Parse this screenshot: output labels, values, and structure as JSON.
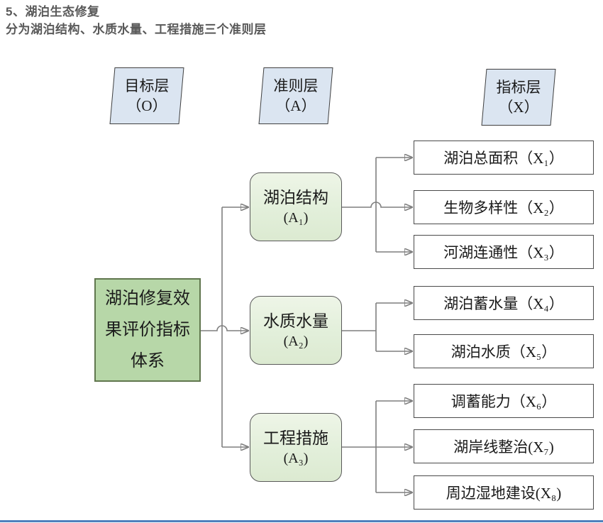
{
  "title": {
    "line1": "5、湖泊生态修复",
    "line2": "分为湖泊结构、水质水量、工程措施三个准则层"
  },
  "layers": [
    {
      "label": "目标层",
      "code": "（O）"
    },
    {
      "label": "准则层",
      "code": "（A）"
    },
    {
      "label": "指标层",
      "code": "（X）"
    }
  ],
  "goal": {
    "label": "湖泊修复效果评价指标体系"
  },
  "criteria": [
    {
      "label": "湖泊结构",
      "code": "(A₁)"
    },
    {
      "label": "水质水量",
      "code": "(A₂)"
    },
    {
      "label": "工程措施",
      "code": "(A₃)"
    }
  ],
  "indicators": [
    {
      "label": "湖泊总面积（X₁）"
    },
    {
      "label": "生物多样性（X₂）"
    },
    {
      "label": "河湖连通性（X₃）"
    },
    {
      "label": "湖泊蓄水量（X₄）"
    },
    {
      "label": "湖泊水质（X₅）"
    },
    {
      "label": "调蓄能力（X₆）"
    },
    {
      "label": "湖岸线整治(X₇)"
    },
    {
      "label": "周边湿地建设(X₈)"
    }
  ],
  "colors": {
    "goal_fill": "#b7d7a8",
    "criteria_fill": "#e2efda",
    "indicator_fill": "#ffffff",
    "layer_fill": "#dbe5f1",
    "connector": "#7f7f7f",
    "arrowhead": "#262626",
    "title_text": "#595959",
    "bottom_rule": "#4f81bd"
  }
}
